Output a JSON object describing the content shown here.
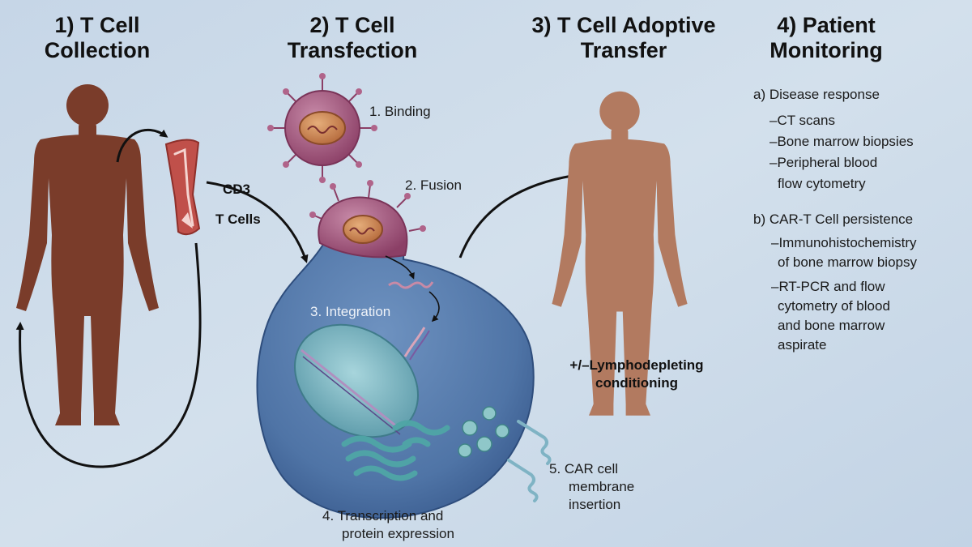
{
  "steps": {
    "collection": {
      "line1": "1) T Cell",
      "line2": "Collection"
    },
    "transfection": {
      "line1": "2) T Cell",
      "line2": "Transfection"
    },
    "transfer": {
      "line1": "3) T Cell Adoptive",
      "line2": "Transfer"
    },
    "monitoring": {
      "line1": "4) Patient",
      "line2": "Monitoring"
    }
  },
  "labels": {
    "cd3": "CD3",
    "t_cells": "T Cells",
    "binding": "1. Binding",
    "fusion": "2. Fusion",
    "integration": "3. Integration",
    "transcription_line1": "4. Transcription and",
    "transcription_line2": "protein expression",
    "car_line1": "5. CAR cell",
    "car_line2": "membrane",
    "car_line3": "insertion",
    "conditioning_line1": "+/–Lymphodepleting",
    "conditioning_line2": "conditioning"
  },
  "monitoring": {
    "disease_header": "a) Disease response",
    "disease_items": [
      "–CT scans",
      "–Bone marrow biopsies",
      "–Peripheral blood",
      "flow cytometry"
    ],
    "persistence_header": "b) CAR-T Cell persistence",
    "persistence_items": [
      "–Immunohistochemistry",
      "of bone marrow biopsy",
      "–RT-PCR and flow",
      "cytometry of blood",
      "and bone marrow",
      "aspirate"
    ]
  },
  "colors": {
    "background": "#c9d8e8",
    "donor_figure": "#7a3c2a",
    "recipient_figure": "#b27a60",
    "virus": "#a3567e",
    "cell": "#4f74a6",
    "nucleus": "#7fb8c4",
    "vessel": "#c0504a"
  },
  "icons": {
    "donor": "human-figure-icon",
    "recipient": "human-figure-icon",
    "virus": "virus-icon",
    "vessel": "blood-vessel-icon",
    "cell": "t-cell-icon",
    "dna": "dna-strand-icon"
  }
}
